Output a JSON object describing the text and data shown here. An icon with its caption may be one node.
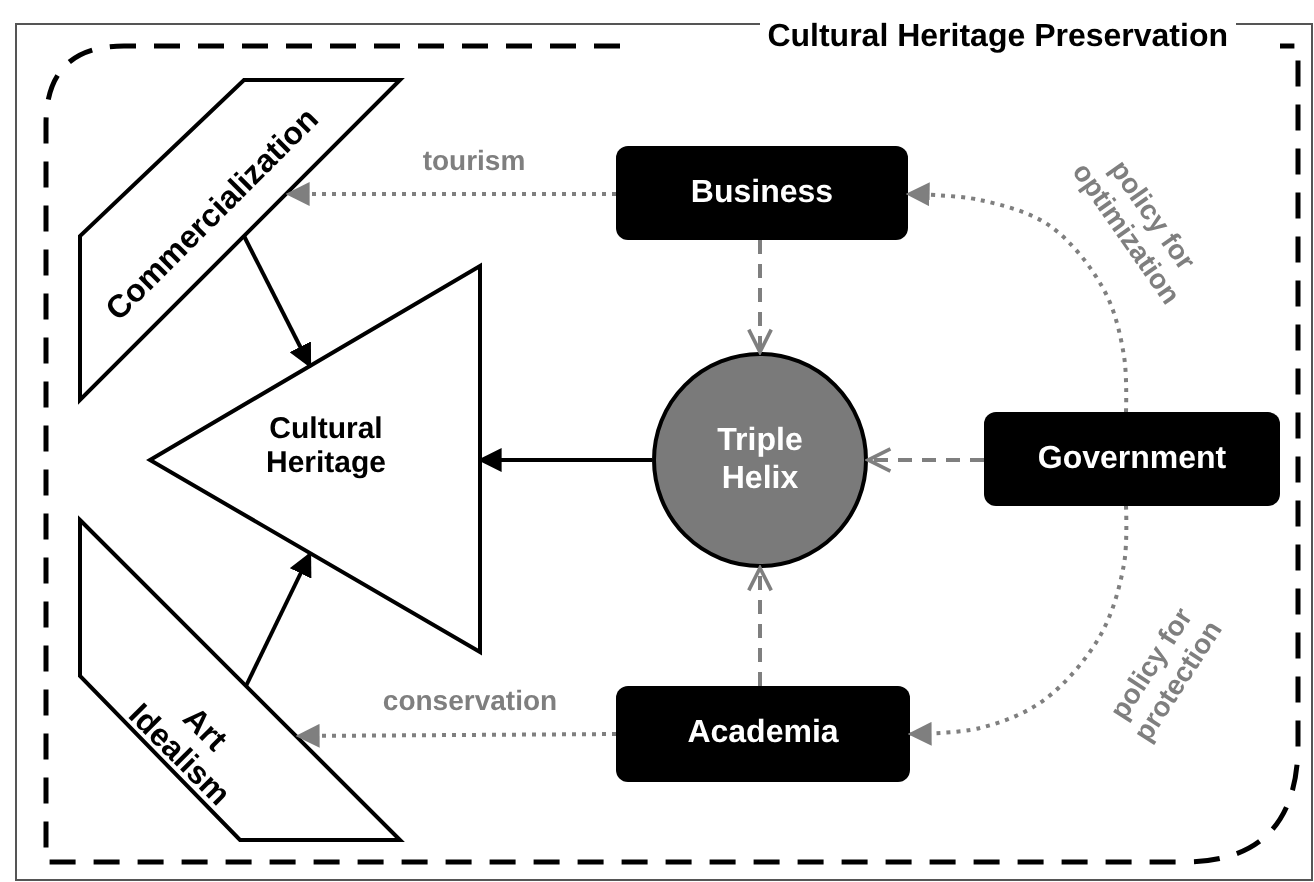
{
  "diagram": {
    "nodes": [
      {
        "text": [
          "Cultural Heritage Preservation"
        ]
      },
      {
        "text": [
          "Commercialization"
        ],
        "in": 0
      },
      {
        "text": [
          "Cultural Heritage"
        ],
        "in": 0
      },
      {
        "text": [
          "Art Idealism"
        ],
        "in": 0
      },
      {
        "text": [
          "Business"
        ],
        "in": 0
      },
      {
        "text": [
          "Triple Helix"
        ],
        "in": 0
      },
      {
        "text": [
          "Government"
        ],
        "in": 0
      },
      {
        "text": [
          "Academia"
        ],
        "in": 0
      }
    ],
    "edges": [
      {
        "from": 4,
        "to": 1,
        "arrow": "to",
        "label": "tourism",
        "style": "dashed",
        "color": "#7f7f7f"
      },
      {
        "from": 1,
        "to": 2,
        "arrow": "to",
        "color": "#000000"
      },
      {
        "from": 3,
        "to": 2,
        "arrow": "to",
        "color": "#000000"
      },
      {
        "from": 5,
        "to": 2,
        "arrow": "to",
        "color": "#000000"
      },
      {
        "from": 4,
        "to": 5,
        "arrow": "to",
        "style": "dashed",
        "color": "#7f7f7f"
      },
      {
        "from": 6,
        "to": 5,
        "arrow": "to",
        "style": "dashed",
        "color": "#7f7f7f"
      },
      {
        "from": 7,
        "to": 5,
        "arrow": "to",
        "style": "dashed",
        "color": "#7f7f7f"
      },
      {
        "from": 6,
        "to": 4,
        "arrow": "to",
        "label": "policy for optimization",
        "style": "dashed",
        "color": "#7f7f7f"
      },
      {
        "from": 6,
        "to": 7,
        "arrow": "to",
        "label": "policy for protection",
        "style": "dashed",
        "color": "#7f7f7f"
      },
      {
        "from": 7,
        "to": 3,
        "arrow": "to",
        "label": "conservation",
        "style": "dashed",
        "color": "#7f7f7f"
      }
    ]
  }
}
